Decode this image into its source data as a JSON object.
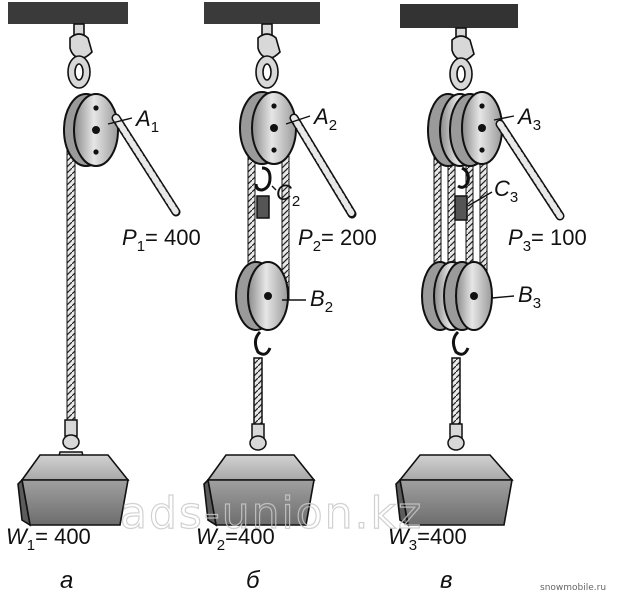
{
  "panels": [
    {
      "id": "a",
      "caption": "а",
      "pulley_top": {
        "letter": "A",
        "index": "1"
      },
      "force": {
        "letter": "P",
        "index": "1",
        "value": "400"
      },
      "weight": {
        "letter": "W",
        "index": "1",
        "value": "400"
      }
    },
    {
      "id": "b",
      "caption": "б",
      "pulley_top": {
        "letter": "A",
        "index": "2"
      },
      "hook": {
        "letter": "C",
        "index": "2"
      },
      "pulley_bottom": {
        "letter": "B",
        "index": "2"
      },
      "force": {
        "letter": "P",
        "index": "2",
        "value": "200"
      },
      "weight": {
        "letter": "W",
        "index": "2",
        "value": "400"
      }
    },
    {
      "id": "c",
      "caption": "в",
      "pulley_top": {
        "letter": "A",
        "index": "3"
      },
      "hook": {
        "letter": "C",
        "index": "3"
      },
      "pulley_bottom": {
        "letter": "B",
        "index": "3"
      },
      "force": {
        "letter": "P",
        "index": "3",
        "value": "100"
      },
      "weight": {
        "letter": "W",
        "index": "3",
        "value": "400"
      }
    }
  ],
  "watermark": "ads-union.kz",
  "credit": "snowmobile.ru",
  "colors": {
    "beam": "#3a3a3a",
    "ink": "#111111",
    "weight_face": "#8d8d8d",
    "weight_top": "#b4b4b4",
    "pulley": "#cfcfcf"
  }
}
